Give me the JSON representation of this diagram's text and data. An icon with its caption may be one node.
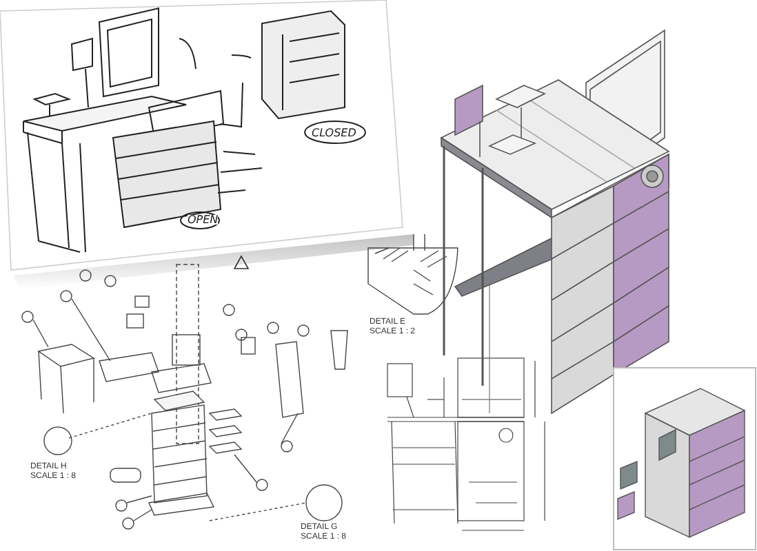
{
  "diagram": {
    "labels": [
      "OPEN",
      "CLOSED",
      "DETAIL E",
      "SCALE 1 : 2",
      "DETAIL H",
      "SCALE 1 : 8",
      "DETAIL G",
      "SCALE 1 : 8"
    ]
  }
}
